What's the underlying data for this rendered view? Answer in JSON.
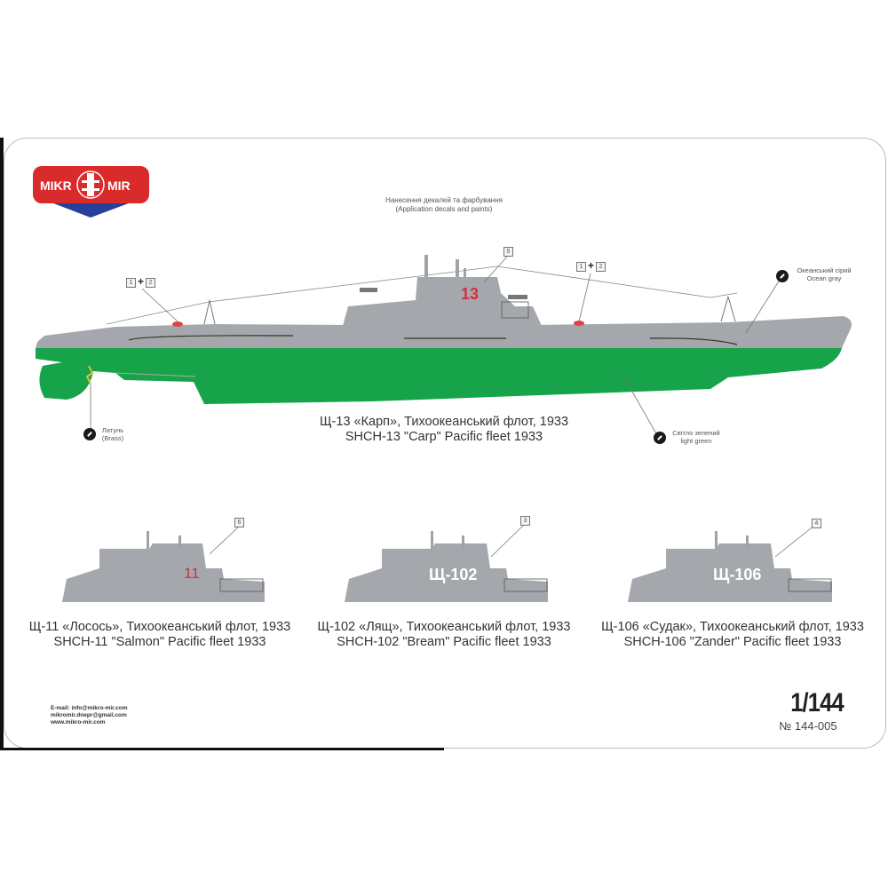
{
  "brand": {
    "left_text": "MIKR",
    "right_text": "MIR",
    "colors": {
      "red": "#d92b2b",
      "blue": "#24409a"
    }
  },
  "header": {
    "title_ua": "Нанесення декалей та фарбування",
    "title_en": "(Application decals and paints)"
  },
  "paints": {
    "ocean_gray": {
      "ua": "Океанський сірий",
      "en": "Ocean gray",
      "color": "#a4a8ad"
    },
    "light_green": {
      "ua": "Світло зелений",
      "en": "light green",
      "color": "#17a34a"
    },
    "brass": {
      "ua": "Латунь",
      "en": "(Brass)",
      "color": "#d4c23a"
    }
  },
  "callouts": {
    "main_fore": {
      "a": "1",
      "plus": "+",
      "b": "2"
    },
    "main_aft": {
      "a": "1",
      "plus": "+",
      "b": "2"
    },
    "main_tower": "5",
    "sub_a": "6",
    "sub_b": "3",
    "sub_c": "4"
  },
  "main_submarine": {
    "hull_number": "13",
    "caption_ua": "Щ-13 «Карп», Тихоокеанський флот, 1933",
    "caption_en": "SHCH-13 \"Carp\" Pacific fleet 1933"
  },
  "variants": [
    {
      "hull_number": "11",
      "number_color": "#d32f3f",
      "caption_ua": "Щ-11 «Лосось», Тихоокеанський флот, 1933",
      "caption_en": "SHCH-11 \"Salmon\" Pacific fleet 1933"
    },
    {
      "hull_number": "Щ-102",
      "number_color": "#ffffff",
      "caption_ua": "Щ-102 «Лящ», Тихоокеанський флот, 1933",
      "caption_en": "SHCH-102 \"Bream\" Pacific fleet 1933"
    },
    {
      "hull_number": "Щ-106",
      "number_color": "#ffffff",
      "caption_ua": "Щ-106 «Судак», Тихоокеанський флот, 1933",
      "caption_en": "SHCH-106 \"Zander\" Pacific fleet 1933"
    }
  ],
  "contacts": {
    "line1": "E-mail: info@mikro-mir.com",
    "line2": "mikromir.dnepr@gmail.com",
    "line3": "www.mikro-mir.com"
  },
  "product": {
    "scale": "1/144",
    "catalog_number": "№ 144-005"
  }
}
